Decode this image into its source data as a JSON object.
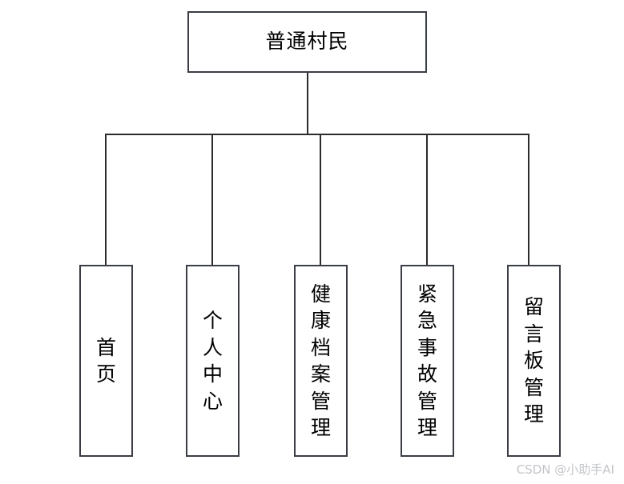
{
  "diagram": {
    "type": "org-tree",
    "orientation": "top-down",
    "background_color": "#ffffff",
    "line_color": "#2b2b2b",
    "box_border_color": "#3a3d45",
    "text_color": "#000000",
    "root": {
      "label": "普通村民",
      "text_orientation": "horizontal"
    },
    "children": [
      {
        "label": "首页",
        "text_orientation": "vertical"
      },
      {
        "label": "个人中心",
        "text_orientation": "vertical"
      },
      {
        "label": "健康档案管理",
        "text_orientation": "vertical"
      },
      {
        "label": "紧急事故管理",
        "text_orientation": "vertical"
      },
      {
        "label": "留言板管理",
        "text_orientation": "vertical"
      }
    ]
  },
  "watermark": {
    "text": "CSDN @小助手AI",
    "color": "#c3c5c9"
  }
}
